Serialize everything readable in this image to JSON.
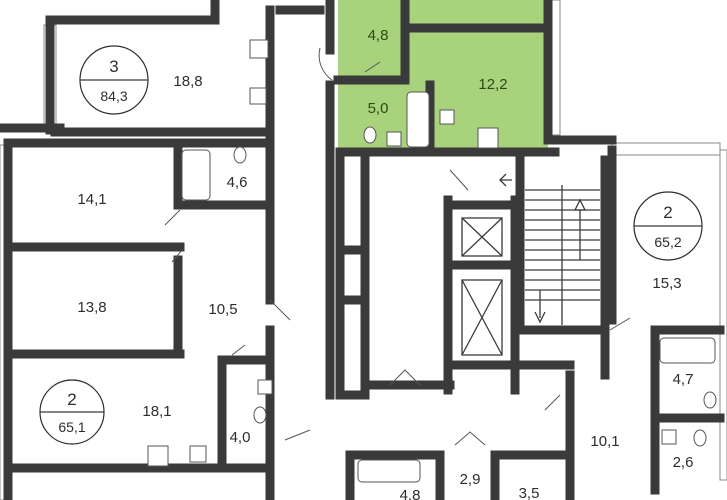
{
  "colors": {
    "highlight_fill": "#a9d27c",
    "wall": "#3a3a3a",
    "text": "#2d2d2d"
  },
  "rooms": [
    {
      "id": "room-18-8",
      "label": "18,8",
      "highlighted": false
    },
    {
      "id": "room-14-1",
      "label": "14,1",
      "highlighted": false
    },
    {
      "id": "room-4-6",
      "label": "4,6",
      "highlighted": false
    },
    {
      "id": "room-13-8",
      "label": "13,8",
      "highlighted": false
    },
    {
      "id": "room-10-5",
      "label": "10,5",
      "highlighted": false
    },
    {
      "id": "room-18-1",
      "label": "18,1",
      "highlighted": false
    },
    {
      "id": "room-4-0",
      "label": "4,0",
      "highlighted": false
    },
    {
      "id": "room-4-8-top",
      "label": "4,8",
      "highlighted": true
    },
    {
      "id": "room-12-2",
      "label": "12,2",
      "highlighted": true
    },
    {
      "id": "room-5-0",
      "label": "5,0",
      "highlighted": true
    },
    {
      "id": "room-15-3",
      "label": "15,3",
      "highlighted": false
    },
    {
      "id": "room-4-7",
      "label": "4,7",
      "highlighted": false
    },
    {
      "id": "room-10-1",
      "label": "10,1",
      "highlighted": false
    },
    {
      "id": "room-2-6",
      "label": "2,6",
      "highlighted": false
    },
    {
      "id": "room-2-9",
      "label": "2,9",
      "highlighted": false
    },
    {
      "id": "room-4-8-bottom",
      "label": "4,8",
      "highlighted": false
    },
    {
      "id": "room-3-5",
      "label": "3,5",
      "highlighted": false
    }
  ],
  "apartments": [
    {
      "id": "apt-3",
      "rooms": "3",
      "area": "84,3"
    },
    {
      "id": "apt-2-right",
      "rooms": "2",
      "area": "65,2"
    },
    {
      "id": "apt-2-left",
      "rooms": "2",
      "area": "65,1"
    }
  ]
}
